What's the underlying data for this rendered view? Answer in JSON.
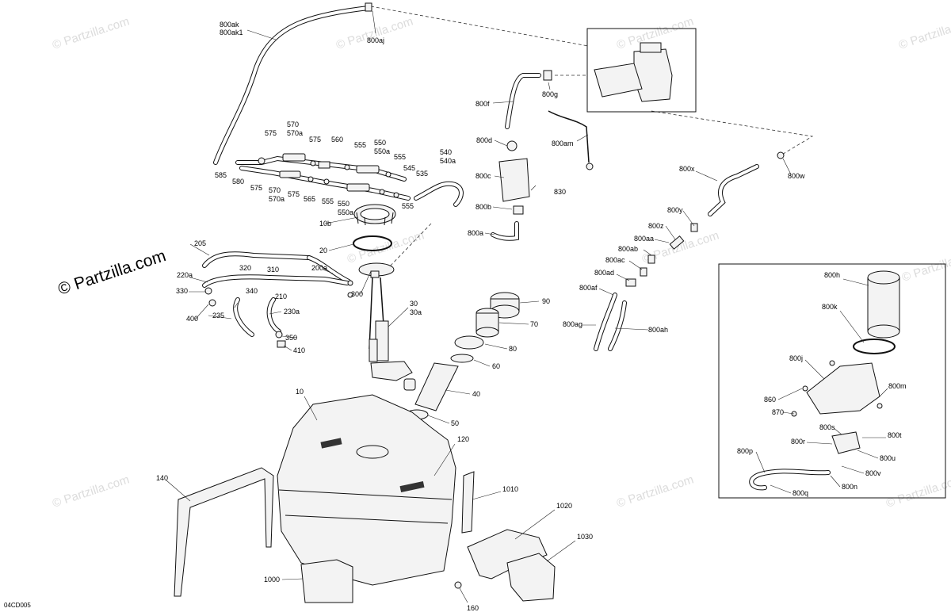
{
  "watermark": {
    "text": "© Partzilla.com"
  },
  "brand": {
    "text": "© Partzilla.com"
  },
  "diagram_code": "04CD005",
  "labels": [
    {
      "id": "l800ak",
      "text": "800ak"
    },
    {
      "id": "l800ak1",
      "text": "800ak1"
    },
    {
      "id": "l800aj",
      "text": "800aj"
    },
    {
      "id": "l800f",
      "text": "800f"
    },
    {
      "id": "l800g",
      "text": "800g"
    },
    {
      "id": "l800d",
      "text": "800d"
    },
    {
      "id": "l800am",
      "text": "800am"
    },
    {
      "id": "l800c",
      "text": "800c"
    },
    {
      "id": "l830",
      "text": "830"
    },
    {
      "id": "l800b",
      "text": "800b"
    },
    {
      "id": "l800a",
      "text": "800a"
    },
    {
      "id": "l800x",
      "text": "800x"
    },
    {
      "id": "l800w",
      "text": "800w"
    },
    {
      "id": "l800y",
      "text": "800y"
    },
    {
      "id": "l800z",
      "text": "800z"
    },
    {
      "id": "l800aa",
      "text": "800aa"
    },
    {
      "id": "l800ab",
      "text": "800ab"
    },
    {
      "id": "l800ac",
      "text": "800ac"
    },
    {
      "id": "l800ad",
      "text": "800ad"
    },
    {
      "id": "l800af",
      "text": "800af"
    },
    {
      "id": "l800ag",
      "text": "800ag"
    },
    {
      "id": "l800ah",
      "text": "800ah"
    },
    {
      "id": "l570",
      "text": "570"
    },
    {
      "id": "l570a",
      "text": "570a"
    },
    {
      "id": "l575a",
      "text": "575"
    },
    {
      "id": "l575b",
      "text": "575"
    },
    {
      "id": "l560",
      "text": "560"
    },
    {
      "id": "l555a",
      "text": "555"
    },
    {
      "id": "l550",
      "text": "550"
    },
    {
      "id": "l550a",
      "text": "550a"
    },
    {
      "id": "l555b",
      "text": "555"
    },
    {
      "id": "l545",
      "text": "545"
    },
    {
      "id": "l535",
      "text": "535"
    },
    {
      "id": "l540",
      "text": "540"
    },
    {
      "id": "l540a",
      "text": "540a"
    },
    {
      "id": "l585",
      "text": "585"
    },
    {
      "id": "l580",
      "text": "580"
    },
    {
      "id": "l575c",
      "text": "575"
    },
    {
      "id": "l570b",
      "text": "570"
    },
    {
      "id": "l570ab",
      "text": "570a"
    },
    {
      "id": "l575d",
      "text": "575"
    },
    {
      "id": "l565",
      "text": "565"
    },
    {
      "id": "l555c",
      "text": "555"
    },
    {
      "id": "l550b",
      "text": "550"
    },
    {
      "id": "l550ab",
      "text": "550a"
    },
    {
      "id": "l555d",
      "text": "555"
    },
    {
      "id": "l10b",
      "text": "10b"
    },
    {
      "id": "l205",
      "text": "205"
    },
    {
      "id": "l20",
      "text": "20"
    },
    {
      "id": "l200a",
      "text": "200a"
    },
    {
      "id": "l220a",
      "text": "220a"
    },
    {
      "id": "l320",
      "text": "320"
    },
    {
      "id": "l310",
      "text": "310"
    },
    {
      "id": "l330",
      "text": "330"
    },
    {
      "id": "l340",
      "text": "340"
    },
    {
      "id": "l210",
      "text": "210"
    },
    {
      "id": "l300",
      "text": "300"
    },
    {
      "id": "l400",
      "text": "400"
    },
    {
      "id": "l235",
      "text": "235"
    },
    {
      "id": "l230a",
      "text": "230a"
    },
    {
      "id": "l350",
      "text": "350"
    },
    {
      "id": "l410",
      "text": "410"
    },
    {
      "id": "l30",
      "text": "30"
    },
    {
      "id": "l30a",
      "text": "30a"
    },
    {
      "id": "l90",
      "text": "90"
    },
    {
      "id": "l70",
      "text": "70"
    },
    {
      "id": "l80",
      "text": "80"
    },
    {
      "id": "l60",
      "text": "60"
    },
    {
      "id": "l40",
      "text": "40"
    },
    {
      "id": "l50",
      "text": "50"
    },
    {
      "id": "l10",
      "text": "10"
    },
    {
      "id": "l120",
      "text": "120"
    },
    {
      "id": "l140",
      "text": "140"
    },
    {
      "id": "l1010",
      "text": "1010"
    },
    {
      "id": "l1020",
      "text": "1020"
    },
    {
      "id": "l1030",
      "text": "1030"
    },
    {
      "id": "l1000",
      "text": "1000"
    },
    {
      "id": "l160",
      "text": "160"
    },
    {
      "id": "l800h",
      "text": "800h"
    },
    {
      "id": "l800k",
      "text": "800k"
    },
    {
      "id": "l800j",
      "text": "800j"
    },
    {
      "id": "l800m",
      "text": "800m"
    },
    {
      "id": "l860",
      "text": "860"
    },
    {
      "id": "l870",
      "text": "870"
    },
    {
      "id": "l800s",
      "text": "800s"
    },
    {
      "id": "l800t",
      "text": "800t"
    },
    {
      "id": "l800r",
      "text": "800r"
    },
    {
      "id": "l800u",
      "text": "800u"
    },
    {
      "id": "l800p",
      "text": "800p"
    },
    {
      "id": "l800v",
      "text": "800v"
    },
    {
      "id": "l800n",
      "text": "800n"
    },
    {
      "id": "l800q",
      "text": "800q"
    }
  ]
}
